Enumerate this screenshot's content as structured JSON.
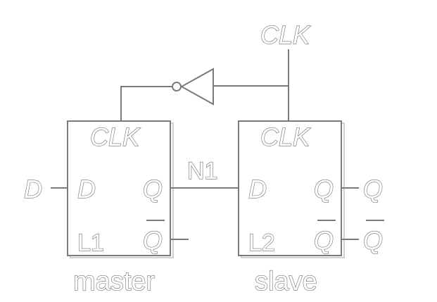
{
  "clock_input_label": "CLK",
  "data_input_label": "D",
  "internal_net_label": "N1",
  "output_q_label": "Q",
  "output_qbar_label": "Q",
  "master": {
    "clk_pin": "CLK",
    "d_pin": "D",
    "q_pin": "Q",
    "qbar_pin": "Q",
    "name": "L1",
    "caption": "master"
  },
  "slave": {
    "clk_pin": "CLK",
    "d_pin": "D",
    "q_pin": "Q",
    "qbar_pin": "Q",
    "name": "L2",
    "caption": "slave"
  },
  "colors": {
    "line": "#7a7a7a",
    "background": "#ffffff"
  }
}
